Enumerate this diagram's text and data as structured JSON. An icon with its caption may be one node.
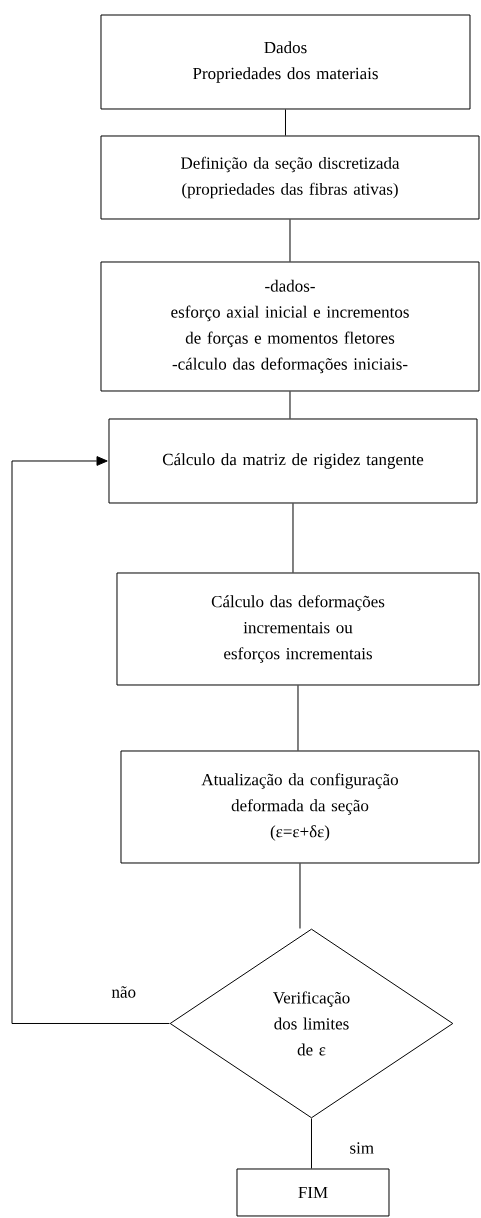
{
  "diagram": {
    "nodes": [
      {
        "text": [
          "Dados",
          "Propriedades dos materiais"
        ]
      },
      {
        "text": [
          "Definição da seção discretizada (propriedades das fibras ativas)"
        ]
      },
      {
        "text": [
          "-dados-",
          "esforço axial inicial e incrementos de forças e momentos fletores",
          "-cálculo das deformações iniciais-"
        ]
      },
      {
        "text": [
          "Cálculo da matriz de rigidez tangente"
        ]
      },
      {
        "text": [
          "Cálculo das deformações incrementais ou esforços incrementais"
        ]
      },
      {
        "text": [
          "Atualização da configuração deformada da seção",
          "(ε=ε+δε)"
        ]
      },
      {
        "text": [
          "Verificação dos limites de ε"
        ]
      },
      {
        "text": [
          "FIM"
        ]
      }
    ],
    "edges": [
      {
        "from": 0,
        "to": 1,
        "arrow": "none"
      },
      {
        "from": 1,
        "to": 2,
        "arrow": "none"
      },
      {
        "from": 2,
        "to": 3,
        "arrow": "none"
      },
      {
        "from": 3,
        "to": 4,
        "arrow": "none"
      },
      {
        "from": 4,
        "to": 5,
        "arrow": "none"
      },
      {
        "from": 5,
        "to": 6,
        "arrow": "none"
      },
      {
        "from": 6,
        "to": 3,
        "arrow": "to",
        "label": "não"
      },
      {
        "from": 6,
        "to": 7,
        "arrow": "none",
        "label": "sim"
      }
    ]
  }
}
